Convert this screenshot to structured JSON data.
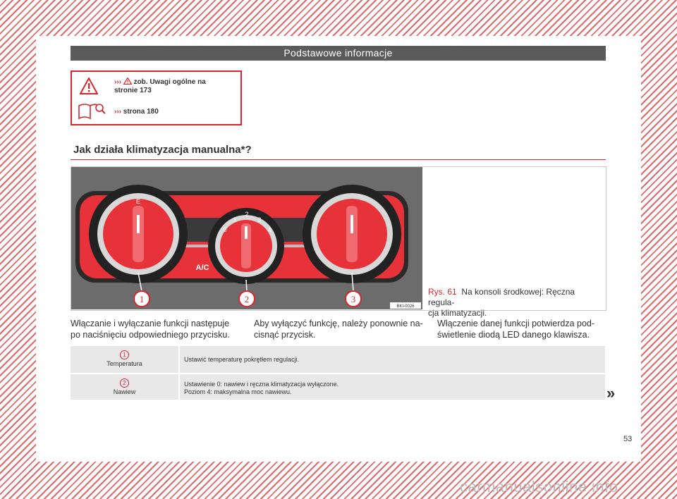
{
  "header": {
    "title": "Podstawowe informacje"
  },
  "warnings": {
    "prefix": "›››",
    "line1a": "zob. Uwagi ogólne na",
    "line1b": "stronie 173",
    "line2": "strona 180"
  },
  "section": {
    "title": "Jak działa klimatyzacja manualna*?"
  },
  "figure": {
    "code": "BKI-0026",
    "callouts": [
      "1",
      "2",
      "3"
    ],
    "knob_labels": {
      "left_top": "E",
      "center": [
        "0",
        "1",
        "2",
        "3",
        "4"
      ],
      "ac": "A/C"
    },
    "caption_prefix": "Rys. 61",
    "caption_line1": "Na konsoli środkowej: Ręczna regula-",
    "caption_line2": "cja klimatyzacji."
  },
  "paragraphs": {
    "p1_line1": "Włączanie i wyłączanie funkcji następuje",
    "p1_line2": "po naciśnięciu odpowiedniego przycisku.",
    "p2_line1": "Aby wyłączyć funkcję, należy ponownie na-",
    "p2_line2": "cisnąć przycisk.",
    "p3_line1": "Włączenie danej funkcji potwierdza pod-",
    "p3_line2": "świetlenie diodą LED danego klawisza."
  },
  "table": {
    "rows": [
      {
        "num": "1",
        "label": "Temperatura",
        "text1": "Ustawić temperaturę pokrętłem regulacji.",
        "text2": ""
      },
      {
        "num": "2",
        "label": "Nawiew",
        "text1": "Ustawienie 0: nawiew i ręczna klimatyzacja wyłączone.",
        "text2": "Poziom 4: maksymalna moc nawiewu."
      }
    ]
  },
  "continue_mark": "»",
  "page_number": "53",
  "watermark": "carmanualsonline.info",
  "colors": {
    "accent": "#d9262e",
    "header_bg": "#5b5b5b",
    "table_bg": "#e8e8e8"
  }
}
